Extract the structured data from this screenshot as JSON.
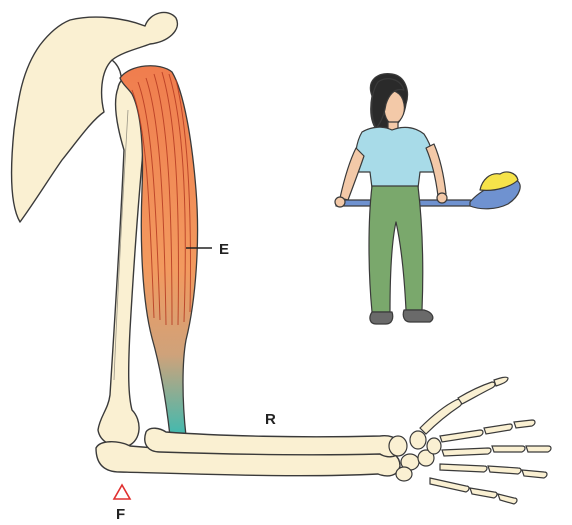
{
  "labels": {
    "effort": "E",
    "resistance": "R",
    "fulcrum": "F"
  },
  "colors": {
    "bone": "#faf0d2",
    "outline": "#3a3a3a",
    "muscle": "#f08c5a",
    "muscle_fiber": "#c8442a",
    "tendon": "#4fb9b0",
    "fulcrum_marker": "#e03030",
    "shirt": "#a8dbe8",
    "pants": "#7aa86c",
    "spoon": "#6f92d0",
    "food": "#f6e34a",
    "hair": "#2a2a2a",
    "skin": "#f3c9a8",
    "shoes": "#6a6a6a"
  }
}
